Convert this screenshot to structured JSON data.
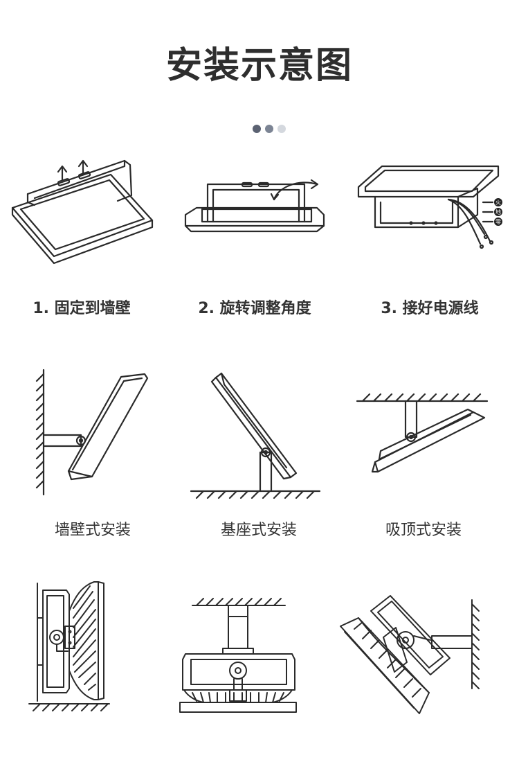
{
  "page": {
    "title": "安装示意图"
  },
  "pager": {
    "dot_colors": [
      "#5b6272",
      "#7c8494",
      "#d4d8de"
    ]
  },
  "steps": [
    {
      "label": "1. 固定到墙壁",
      "icon": "wall-fix-panel-icon"
    },
    {
      "label": "2. 旋转调整角度",
      "icon": "rotate-angle-icon"
    },
    {
      "label": "3. 接好电源线",
      "icon": "power-wiring-icon"
    }
  ],
  "wire_tags": [
    "火",
    "地",
    "零"
  ],
  "mount_types": [
    {
      "label": "墙壁式安装",
      "icon": "wall-mount-icon"
    },
    {
      "label": "基座式安装",
      "icon": "base-mount-icon"
    },
    {
      "label": "吸顶式安装",
      "icon": "ceiling-mount-icon"
    }
  ],
  "colors": {
    "line": "#2a2a2a",
    "wire_tag": "#222222"
  }
}
